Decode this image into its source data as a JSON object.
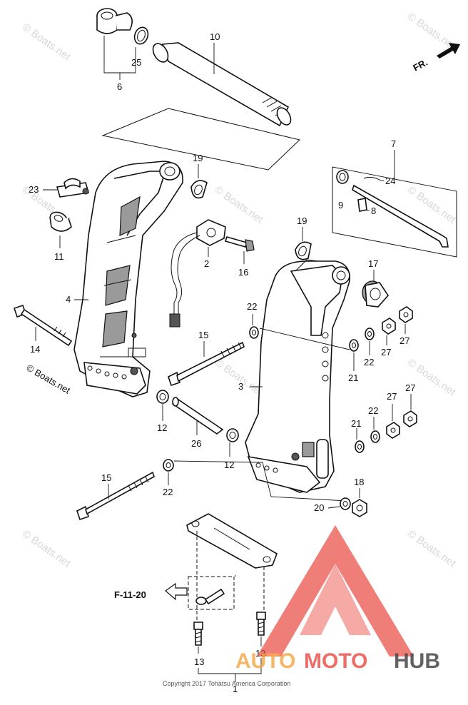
{
  "watermark_text": "© Boats.net",
  "copyright": "© Boats.net",
  "footer_copyright": "Copyright 2017 Tohatsu America Corporation",
  "front_arrow": "FR.",
  "ref_label": "F-11-20",
  "logo": {
    "text_a": "AUTO",
    "text_b": "MOTO",
    "text_c": "HUB",
    "color_red": "#e8413a",
    "color_orange": "#f2a23a",
    "color_dark": "#333333"
  },
  "callouts": {
    "c1": "1",
    "c2": "2",
    "c3": "3",
    "c4": "4",
    "c6": "6",
    "c7": "7",
    "c8": "8",
    "c9": "9",
    "c10": "10",
    "c11": "11",
    "c12a": "12",
    "c12b": "12",
    "c13a": "13",
    "c13b": "13",
    "c14": "14",
    "c15a": "15",
    "c15b": "15",
    "c16": "16",
    "c17": "17",
    "c18": "18",
    "c19a": "19",
    "c19b": "19",
    "c20": "20",
    "c21a": "21",
    "c21b": "21",
    "c22a": "22",
    "c22b": "22",
    "c22c": "22",
    "c22d": "22",
    "c23": "23",
    "c24": "24",
    "c25": "25",
    "c26": "26",
    "c27a": "27",
    "c27b": "27",
    "c27c": "27",
    "c27d": "27"
  }
}
